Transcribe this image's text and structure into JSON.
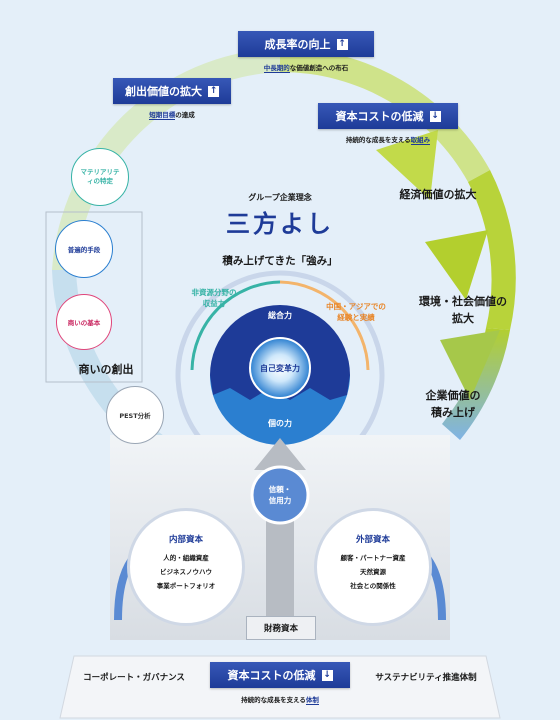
{
  "top_tags": {
    "growth": {
      "label": "成長率の向上",
      "arrow": "↑",
      "sub_highlight": "中長期的",
      "sub_rest": "な価値創造への布石"
    },
    "creation": {
      "label": "創出価値の拡大",
      "arrow": "↑",
      "sub_highlight": "短期目標",
      "sub_rest": "の達成"
    },
    "capital_cost": {
      "label": "資本コストの低減",
      "arrow": "↓",
      "sub_rest": "持続的な成長を支える",
      "sub_highlight": "取組み"
    }
  },
  "left_circles": {
    "materiality": "マテリアリティの特定",
    "universal": "普遍的手段",
    "basics": "商いの基本",
    "pest": "PEST分析"
  },
  "left_box_label": "商いの創出",
  "philosophy": {
    "caption": "グループ企業理念",
    "title": "三方よし"
  },
  "strengths_title": "積み上げてきた「強み」",
  "arc_labels": {
    "left": "非資源分野の\n収益力",
    "right": "中国・アジアでの\n経験と実績"
  },
  "core": {
    "sogo": "総合力",
    "self_change": "自己変革力",
    "ko": "個の力",
    "trust": "信頼・\n信用力"
  },
  "right_labels": {
    "economic": "経済価値の拡大",
    "env_social": "環境・社会価値の\n拡大",
    "corporate": "企業価値の\n積み上げ"
  },
  "internal_capital": {
    "title": "内部資本",
    "items": [
      "人的・組織資産",
      "ビジネスノウハウ",
      "事業ポートフォリオ"
    ]
  },
  "external_capital": {
    "title": "外部資本",
    "items": [
      "顧客・パートナー資産",
      "天然資源",
      "社会との関係性"
    ]
  },
  "financial_capital": "財務資本",
  "bottom": {
    "governance": "コーポレート・ガバナンス",
    "tag_label": "資本コストの低減",
    "tag_arrow": "↓",
    "sustainability": "サステナビリティ推進体制",
    "sub_rest": "持続的な成長を支える",
    "sub_highlight": "体制"
  },
  "colors": {
    "navy": "#1e3b98",
    "blue": "#2b7fd0",
    "lime": "#b8d33a",
    "teal": "#37b3a6",
    "pink": "#e0457a",
    "orange": "#f3b46b"
  }
}
